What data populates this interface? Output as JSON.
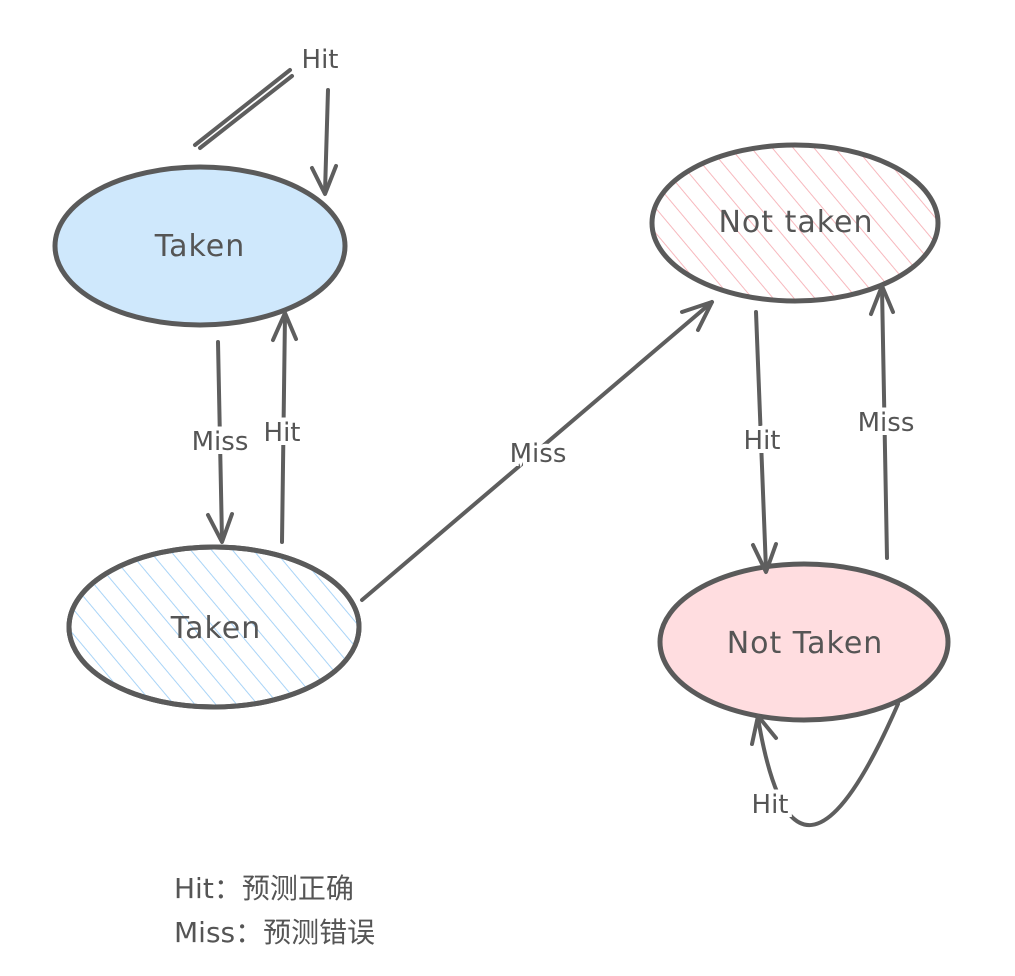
{
  "nodes": {
    "strong_taken": {
      "label": "Taken",
      "fill": "#cfe8fc",
      "style": "solid"
    },
    "weak_taken": {
      "label": "Taken",
      "fill": "#cfe8fc",
      "style": "hatched"
    },
    "weak_not_taken": {
      "label": "Not taken",
      "fill": "#ffd6d9",
      "style": "hatched"
    },
    "strong_not_taken": {
      "label": "Not Taken",
      "fill": "#ffdde0",
      "style": "solid"
    }
  },
  "edges": {
    "taken_self": "Hit",
    "taken_down_miss": "Miss",
    "taken_up_hit": "Hit",
    "cross_miss": "Miss",
    "not_taken_down_hit": "Hit",
    "not_taken_up_miss": "Miss",
    "not_taken_self": "Hit"
  },
  "legend": {
    "hit": "Hit：预测正确",
    "miss": "Miss：预测错误"
  }
}
